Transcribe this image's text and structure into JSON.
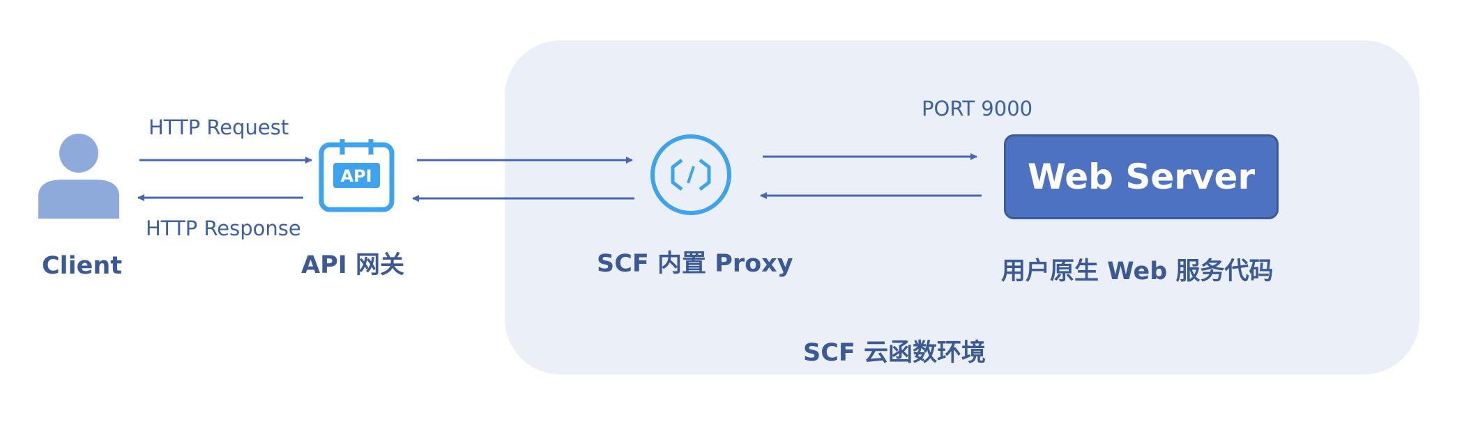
{
  "client": {
    "label": "Client"
  },
  "gateway": {
    "label": "API 网关",
    "icon_text": "API"
  },
  "proxy": {
    "label": "SCF 内置 Proxy"
  },
  "webserver": {
    "button_label": "Web Server",
    "caption": "用户原生 Web 服务代码"
  },
  "environment": {
    "label": "SCF 云函数环境"
  },
  "arrows": {
    "request_label": "HTTP Request",
    "response_label": "HTTP Response",
    "port_label": "PORT 9000"
  },
  "colors": {
    "arrow": "#4666b4",
    "icon_blue": "#3ea3ee",
    "person": "#8eaadb",
    "env_bg": "#ebeff7",
    "server_fill": "#4d72c2"
  }
}
